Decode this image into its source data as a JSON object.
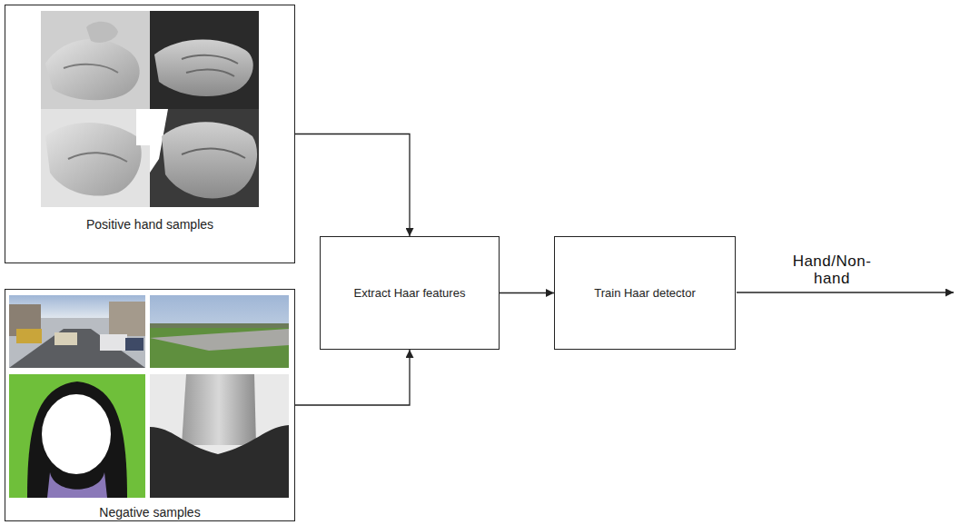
{
  "diagram": {
    "nodes": [
      {
        "text": [
          "Positive hand samples"
        ]
      },
      {
        "text": [
          "Negative samples"
        ]
      },
      {
        "text": [
          "Extract Haar features"
        ]
      },
      {
        "text": [
          "Train Haar detector"
        ]
      }
    ],
    "edges": [
      {
        "from": 0,
        "to": 2,
        "arrow": "to"
      },
      {
        "from": 1,
        "to": 2,
        "arrow": "to"
      },
      {
        "from": 2,
        "to": 3,
        "arrow": "to"
      }
    ],
    "labels": [
      "Hand/Non- hand"
    ]
  }
}
